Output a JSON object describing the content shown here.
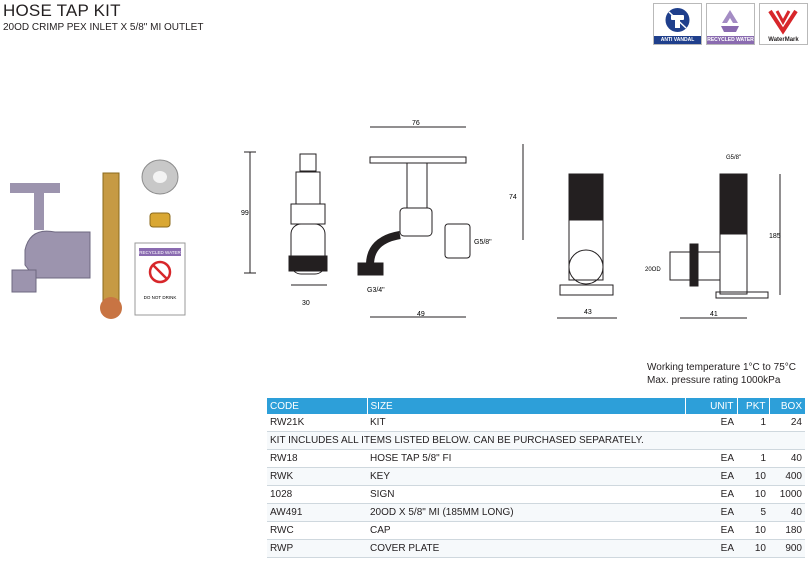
{
  "header": {
    "title": "HOSE TAP KIT",
    "subtitle": "20OD CRIMP PEX INLET X 5/8\" MI OUTLET"
  },
  "badges": [
    {
      "label": "ANTI VANDAL",
      "color": "#1f3f8c",
      "icon": "tap-shield-icon"
    },
    {
      "label": "RECYCLED WATER",
      "color": "#8a6bb0",
      "icon": "recycle-icon"
    },
    {
      "label": "WaterMark",
      "color": "#d7262a",
      "icon": "watermark-icon"
    }
  ],
  "product_photo": {
    "sign_title": "RECYCLED WATER",
    "sign_footer": "DO NOT DRINK"
  },
  "dimensions": {
    "front": {
      "height": "99",
      "width": "30"
    },
    "side": {
      "top": "76",
      "right": "74",
      "outlet": "G5/8\"",
      "inlet": "G3/4\"",
      "bottom": "49"
    },
    "back": {
      "width": "43"
    },
    "section": {
      "top": "G5/8\"",
      "height": "185",
      "inlet": "20OD",
      "bottom": "41"
    }
  },
  "specs": {
    "working_temp": "Working temperature 1°C to 75°C",
    "max_pressure": "Max. pressure rating 1000kPa"
  },
  "table": {
    "headers": {
      "code": "CODE",
      "size": "SIZE",
      "unit": "UNIT",
      "pkt": "PKT",
      "box": "BOX"
    },
    "main": {
      "code": "RW21K",
      "size": "KIT",
      "unit": "EA",
      "pkt": "1",
      "box": "24"
    },
    "note": "KIT INCLUDES ALL ITEMS LISTED BELOW. CAN BE PURCHASED SEPARATELY.",
    "rows": [
      {
        "code": "RW18",
        "size": "HOSE TAP 5/8\" FI",
        "unit": "EA",
        "pkt": "1",
        "box": "40"
      },
      {
        "code": "RWK",
        "size": "KEY",
        "unit": "EA",
        "pkt": "10",
        "box": "400"
      },
      {
        "code": "1028",
        "size": "SIGN",
        "unit": "EA",
        "pkt": "10",
        "box": "1000"
      },
      {
        "code": "AW491",
        "size": "20OD X 5/8\" MI (185MM LONG)",
        "unit": "EA",
        "pkt": "5",
        "box": "40"
      },
      {
        "code": "RWC",
        "size": "CAP",
        "unit": "EA",
        "pkt": "10",
        "box": "180"
      },
      {
        "code": "RWP",
        "size": "COVER PLATE",
        "unit": "EA",
        "pkt": "10",
        "box": "900"
      }
    ]
  }
}
